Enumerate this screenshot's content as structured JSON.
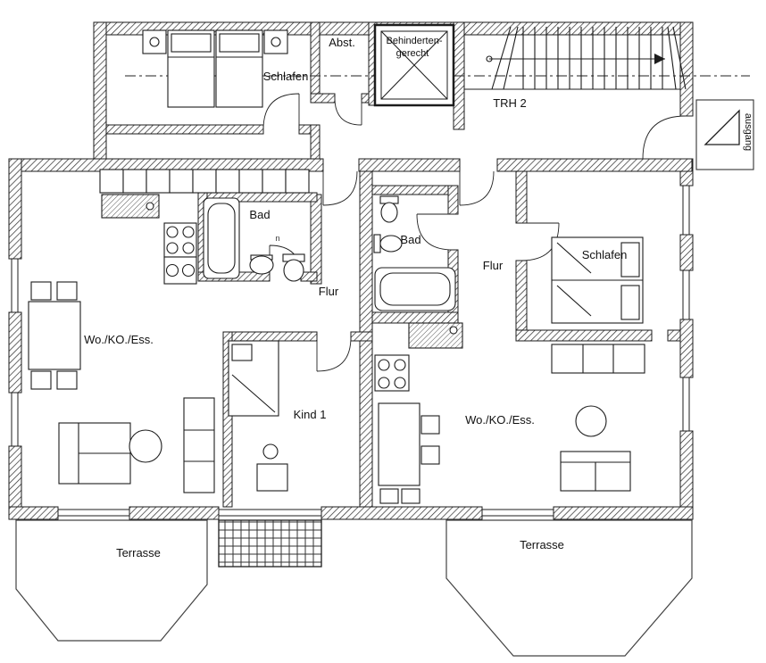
{
  "meta": {
    "type": "architectural floor plan, scanned",
    "colors": {
      "ink": "#1c1c1c",
      "paper": "#ffffff"
    }
  },
  "labels": {
    "abst": "Abst.",
    "accessible1": "Behinderten-",
    "accessible2": "gerecht",
    "schlafen_top": "Schlafen",
    "trh": "TRH 2",
    "bad_left": "Bad",
    "flur_left": "Flur",
    "living_left": "Wo./KO./Ess.",
    "kind": "Kind 1",
    "bad_right": "Bad",
    "flur_right": "Flur",
    "schlafen_right": "Schlafen",
    "living_right": "Wo./KO./Ess.",
    "terrasse_left": "Terrasse",
    "terrasse_right": "Terrasse",
    "ausgang": "ausgang",
    "note": "n"
  }
}
